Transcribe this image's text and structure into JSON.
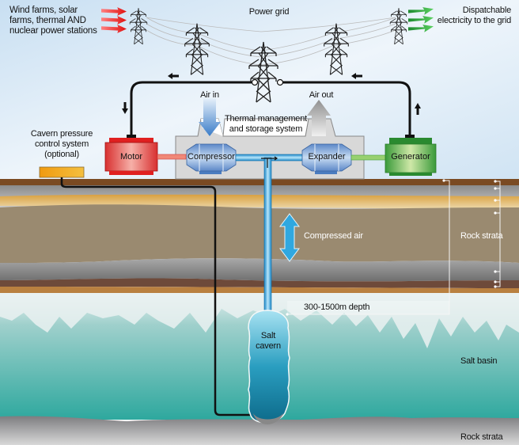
{
  "title": "Compressed air energy storage in a salt cavern",
  "labels": {
    "sources": "Wind farms, solar farms, thermal AND nuclear power stations",
    "sources_lines": [
      "Wind farms, solar",
      "farms, thermal AND",
      "nuclear power stations"
    ],
    "power_grid": "Power grid",
    "dispatchable_lines": [
      "Dispatchable",
      "electricity to the grid"
    ],
    "air_in": "Air in",
    "air_out": "Air out",
    "thermal_lines": [
      "Thermal management",
      "and storage system"
    ],
    "cavern_pressure_lines": [
      "Cavern pressure",
      "control system",
      "(optional)"
    ],
    "motor": "Motor",
    "compressor": "Compressor",
    "expander": "Expander",
    "generator": "Generator",
    "compressed_air": "Compressed air",
    "rock_strata_upper": "Rock strata",
    "depth": "300-1500m depth",
    "salt_cavern_lines": [
      "Salt",
      "cavern"
    ],
    "salt_basin": "Salt basin",
    "rock_strata_lower": "Rock strata"
  },
  "colors": {
    "incoming_arrows": "#e8202a",
    "outgoing_arrows": "#2aa040",
    "motor": "#e03a3a",
    "generator": "#3aa040",
    "compressor": "#7ea6d8",
    "pipe": "#2aa8e0",
    "control_box": "#f0a020",
    "salt_basin": "#33aaa0",
    "sky": "#cfe4f4"
  },
  "icons": [
    "pylon-icon",
    "red-arrow-icon",
    "green-arrow-icon",
    "double-arrow-icon",
    "direction-arrow-icon"
  ]
}
